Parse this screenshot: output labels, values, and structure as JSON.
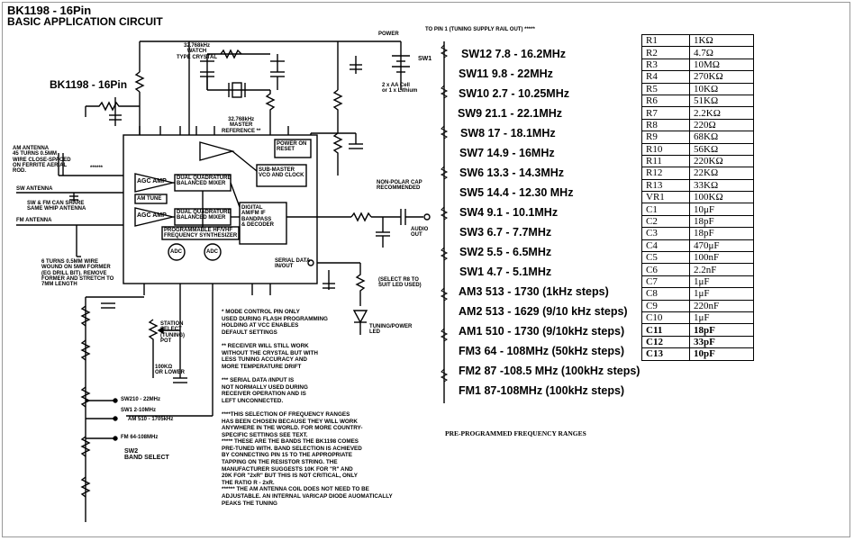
{
  "title_line1": "BK1198 - 16Pin",
  "title_line2": "BASIC APPLICATION CIRCUIT",
  "chip_label": "BK1198 - 16Pin",
  "tuning_rail_note": "TO PIN 1 (TUNING SUPPLY RAIL OUT) *****",
  "power_label": "POWER",
  "sw1_label": "SW1",
  "battery_label": "2 x AA Cell\nor 1 x Lithium",
  "crystal_label": "32.768kHz\nWATCH\nTYPE CRYSTAL",
  "master_ref_label": "32.768kHz\nMASTER\nREFERENCE **",
  "power_on_reset": "POWER ON\nRESET",
  "sub_master": "SUB-MASTER\nVCO AND CLOCK",
  "agc_amp": "AGC AMP",
  "mixer": "DUAL QUADRATURE\nBALANCED MIXER",
  "af_block": "DIGITAL\nAM/FM IF\nBANDPASS\n& DECODER",
  "synth": "PROGRAMMABLE HF/VHF\nFREQUENCY SYNTHESIZER",
  "adc": "ADC",
  "am_tune": "AM TUNE",
  "am_antenna_note": "AM ANTENNA\n45 TURNS 0.5MM\nWIRE CLOSE-SPACED\nON FERRITE AERIAL\nROD.",
  "am_antenna_stars": "******",
  "sw_antenna": "SW ANTENNA",
  "sw_fm_share": "SW & FM CAN SHARE\nSAME WHIP ANTENNA",
  "fm_antenna": "FM ANTENNA",
  "coil_note": "6 TURNS 0.5MM WIRE\nWOUND ON 5MM FORMER\n(EG DRILL BIT). REMOVE\nFORMER AND STRETCH TO\n7MM LENGTH",
  "nonpolar_note": "NON-POLAR CAP\nRECOMMENDED",
  "audio_out": "AUDIO\nOUT",
  "select_r8": "(SELECT R8 TO\nSUIT LED USED)",
  "tuning_led": "TUNING/POWER\nLED",
  "serial_data": "SERIAL DATA\nIN/OUT",
  "station_select": "STATION\nSELECT\n(TUNING)\nPOT",
  "pot_value": "100KΩ\nOR LOWER",
  "band_select": "SW2\nBAND SELECT",
  "band_taps": [
    "SW210 - 22MHz",
    "SW1 2-10MHz",
    "AM 510 - 1705kHz",
    "FM 64-108MHz"
  ],
  "preprog_label": "PRE-PROGRAMMED FREQUENCY RANGES",
  "bands": [
    "SW12 7.8 - 16.2MHz",
    "SW11 9.8 - 22MHz",
    "SW10 2.7 - 10.25MHz",
    "SW9 21.1 - 22.1MHz",
    "SW8  17 - 18.1MHz",
    "SW7  14.9 - 16MHz",
    "SW6  13.3 - 14.3MHz",
    "SW5 14.4 - 12.30 MHz",
    "SW4 9.1 - 10.1MHz",
    "SW3 6.7 - 7.7MHz",
    "SW2 5.5 - 6.5MHz",
    "SW1 4.7 - 5.1MHz",
    "AM3 513 - 1730 (1kHz steps)",
    "AM2 513 - 1629 (9/10 kHz steps)",
    "AM1 510 - 1730 (9/10kHz steps)",
    "FM3 64 - 108MHz (50kHz steps)",
    "FM2 87 -108.5 MHz (100kHz steps)",
    "FM1 87-108MHz (100kHz steps)"
  ],
  "components": [
    [
      "R1",
      "1KΩ"
    ],
    [
      "R2",
      "4.7Ω"
    ],
    [
      "R3",
      "10MΩ"
    ],
    [
      "R4",
      "270KΩ"
    ],
    [
      "R5",
      "10KΩ"
    ],
    [
      "R6",
      "51KΩ"
    ],
    [
      "R7",
      "2.2KΩ"
    ],
    [
      "R8",
      "220Ω"
    ],
    [
      "R9",
      "68KΩ"
    ],
    [
      "R10",
      "56KΩ"
    ],
    [
      "R11",
      "220KΩ"
    ],
    [
      "R12",
      "22KΩ"
    ],
    [
      "R13",
      "33KΩ"
    ],
    [
      "VR1",
      "100KΩ"
    ],
    [
      "C1",
      "10μF"
    ],
    [
      "C2",
      "18pF"
    ],
    [
      "C3",
      "18pF"
    ],
    [
      "C4",
      "470μF"
    ],
    [
      "C5",
      "100nF"
    ],
    [
      "C6",
      "2.2nF"
    ],
    [
      "C7",
      "1μF"
    ],
    [
      "C8",
      "1μF"
    ],
    [
      "C9",
      "220nF"
    ],
    [
      "C10",
      "1μF"
    ],
    [
      "C11",
      "18pF"
    ],
    [
      "C12",
      "33pF"
    ],
    [
      "C13",
      "10pF"
    ]
  ],
  "notes": [
    "* MODE CONTROL PIN ONLY",
    "USED DURING FLASH PROGRAMMING",
    "HOLDING AT VCC ENABLES",
    "DEFAULT SETTINGS",
    "",
    "** RECEIVER WILL STILL WORK",
    "WITHOUT THE CRYSTAL BUT WITH",
    "LESS TUNING ACCURACY AND",
    "MORE TEMPERATURE DRIFT",
    "",
    "*** SERIAL DATA /INPUT IS",
    "NOT NORMALLY USED DURING",
    "RECEIVER OPERATION AND IS",
    "LEFT UNCONNECTED.",
    "",
    "****THIS SELECTION OF FREQUENCY RANGES",
    "HAS BEEN CHOSEN BECAUSE THEY WILL WORK",
    "ANYWHERE IN THE WORLD. FOR MORE COUNTRY-",
    "SPECIFIC SETTINGS SEE TEXT.",
    "***** THESE ARE THE BANDS THE BK1198 COMES",
    "PRE-TUNED WITH. BAND SELECTION IS ACHIEVED",
    "BY CONNECTING PIN 15 TO THE APPROPRIATE",
    "TAPPING ON THE RESISTOR STRING.  THE",
    "MANUFACTURER SUGGESTS 10K FOR \"R\" AND",
    "20K FOR \"2xR\" BUT THIS IS NOT CRITICAL, ONLY",
    "THE RATIO R - 2xR.",
    "****** THE AM ANTENNA COIL DOES NOT NEED TO BE",
    "ADJUSTABLE. AN INTERNAL VARICAP DIODE AUOMATICALLY",
    "PEAKS THE TUNING"
  ]
}
